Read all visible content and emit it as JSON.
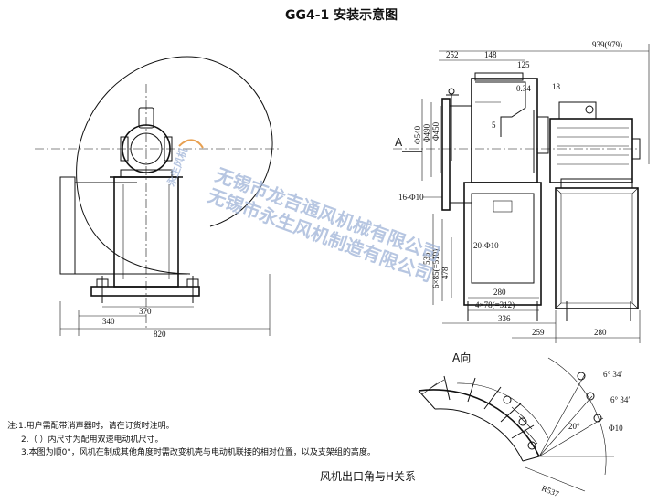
{
  "title": "GG4-1 安装示意图",
  "front_view": {
    "dims": {
      "d340": "340",
      "d370": "370",
      "d820": "820"
    }
  },
  "side_view": {
    "dims": {
      "d939": "939(979)",
      "d252": "252",
      "d148": "148",
      "d18": "18",
      "d034": "0.34",
      "d125": "125",
      "d5": "5",
      "phi540": "Φ540",
      "phi490": "Φ490",
      "phi450": "Φ450",
      "holes16": "16-Φ10",
      "holes20": "20-Φ10",
      "d535": "535",
      "d6x85": "6×85(=510)",
      "d478": "478",
      "d280a": "280",
      "d4x78": "4×78(=312)",
      "d336": "336",
      "d259": "259",
      "d280b": "280"
    },
    "label_a": "A"
  },
  "a_view": {
    "label": "A向",
    "angle1": "6° 34′",
    "angle2": "6° 34′",
    "angle3": "20°",
    "hole": "Φ10",
    "radius": "R537"
  },
  "notes": [
    "注:1.用户需配带消声器时，请在订货时注明。",
    "2.（ ）内尺寸为配用双速电动机尺寸。",
    "3.本图为顺0°，风机在制成其他角度时需改变机壳与电动机联接的相对位置，以及支架组的高度。"
  ],
  "caption": "风机出口角与H关系",
  "watermark": {
    "line1": "无锡市龙吉通风机械有限公司",
    "line2": "无锡市永生风机制造有限公司",
    "logo": "永生风机"
  }
}
